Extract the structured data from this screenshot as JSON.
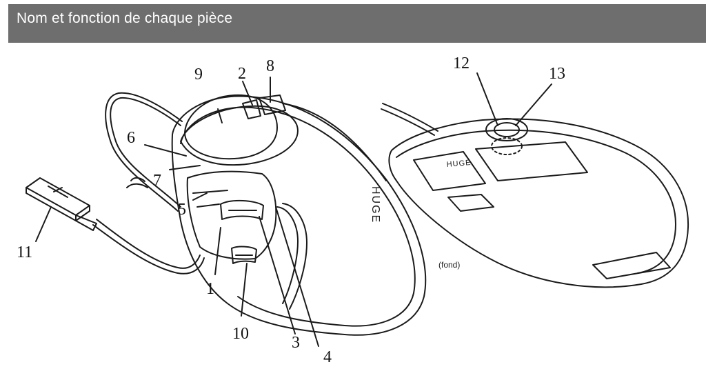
{
  "header": {
    "title": "Nom et  fonction de  chaque  pièce"
  },
  "bottom_label": "(fond)",
  "brand": "HUGE",
  "callouts": [
    "1",
    "2",
    "3",
    "4",
    "5",
    "6",
    "7",
    "8",
    "9",
    "10",
    "11",
    "12",
    "13"
  ],
  "colors": {
    "header_bg": "#6e6e6e",
    "header_text": "#ffffff",
    "line": "#1a1a1a"
  }
}
